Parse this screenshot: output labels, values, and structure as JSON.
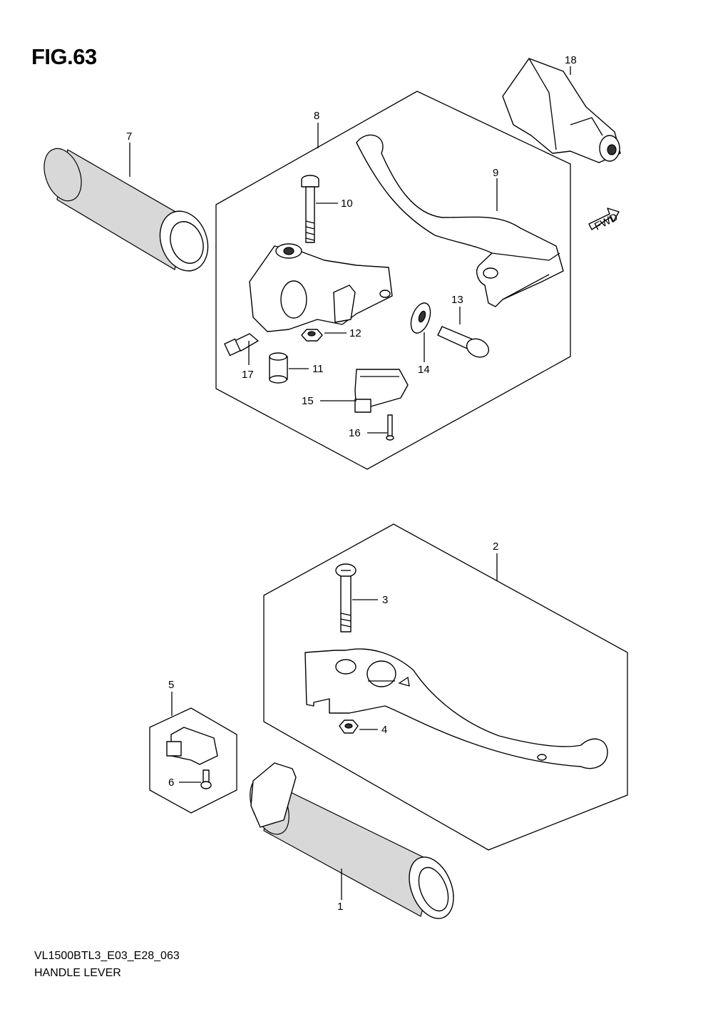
{
  "figure": {
    "title": "FIG.63",
    "model_code": "VL1500BTL3_E03_E28_063",
    "section_name": "HANDLE LEVER",
    "fwd_label": "FWD"
  },
  "callouts": [
    "1",
    "2",
    "3",
    "4",
    "5",
    "6",
    "7",
    "8",
    "9",
    "10",
    "11",
    "12",
    "13",
    "14",
    "15",
    "16",
    "17",
    "18"
  ],
  "colors": {
    "line": "#000000",
    "background": "#ffffff",
    "shade": "#d8d8d8"
  }
}
